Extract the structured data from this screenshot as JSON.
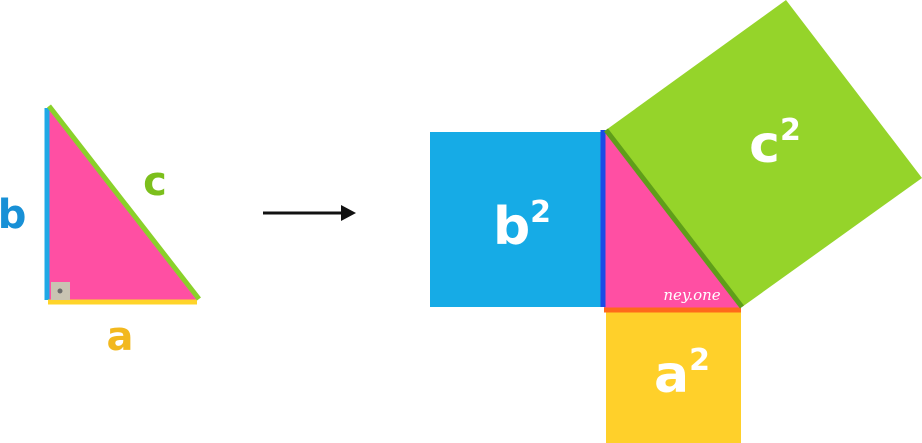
{
  "colors": {
    "triangle_fill": "#ff4fa3",
    "side_a": "#ffd42a",
    "side_b": "#1fa8e6",
    "side_c": "#8ad12a",
    "square_a": "#ffd02a",
    "square_b": "#16abe6",
    "square_c": "#95d42a",
    "label_a": "#f2b81e",
    "label_b": "#1890d6",
    "label_c": "#7cbf1c",
    "right_angle_marker": "#c9c3b2",
    "arrow": "#111111"
  },
  "left_triangle": {
    "label_a": "a",
    "label_b": "b",
    "label_c": "c"
  },
  "squares": {
    "a": {
      "base": "a",
      "exponent": "2"
    },
    "b": {
      "base": "b",
      "exponent": "2"
    },
    "c": {
      "base": "c",
      "exponent": "2"
    }
  },
  "watermark": "ney.one"
}
